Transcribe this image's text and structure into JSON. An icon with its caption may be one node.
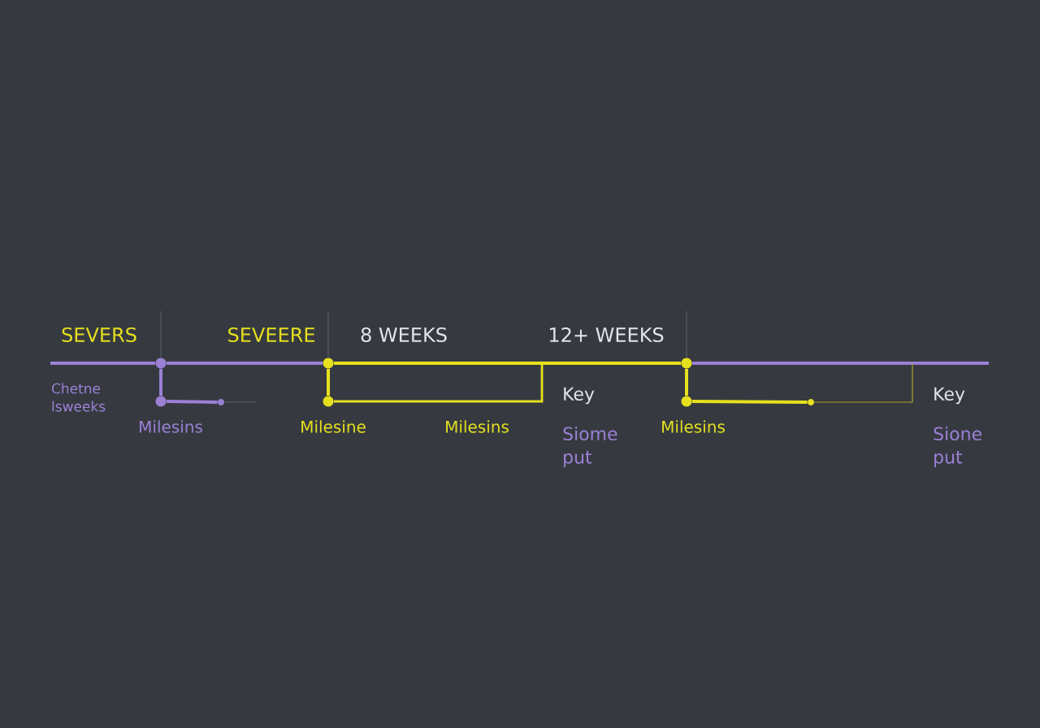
{
  "diagram": {
    "nodes": [
      {
        "text": [],
        "shape": "circle"
      },
      {
        "text": [],
        "shape": "circle",
        "beside": [
          "Milesins"
        ]
      },
      {
        "text": [],
        "shape": "circle"
      },
      {
        "text": [],
        "shape": "circle"
      },
      {
        "text": [],
        "shape": "circle",
        "beside": [
          "Milesine"
        ]
      },
      {
        "text": [],
        "shape": "circle"
      },
      {
        "text": [],
        "shape": "circle",
        "beside": [
          "Milesins"
        ]
      },
      {
        "text": [],
        "shape": "circle"
      }
    ],
    "edges": [
      {
        "from": null,
        "to": 0,
        "arrow": "none",
        "color": "#9b80d6"
      },
      {
        "from": 0,
        "to": 3,
        "arrow": "none",
        "color": "#9b80d6"
      },
      {
        "from": 3,
        "to": 5,
        "arrow": "none",
        "color": "#e6e01e"
      },
      {
        "from": 5,
        "to": null,
        "arrow": "none",
        "color": "#9b80d6"
      },
      {
        "from": 0,
        "to": 1,
        "arrow": "none",
        "color": "#9b80d6"
      },
      {
        "from": 1,
        "to": 2,
        "arrow": "none",
        "color": "#9b80d6"
      },
      {
        "from": 2,
        "to": null,
        "arrow": "none",
        "color": "#5c5f69"
      },
      {
        "from": 3,
        "to": 4,
        "arrow": "none",
        "color": "#e6e01e"
      },
      {
        "from": 4,
        "to": null,
        "arrow": "none",
        "color": "#e6e01e"
      },
      {
        "from": 5,
        "to": 6,
        "arrow": "none",
        "color": "#e6e01e"
      },
      {
        "from": 6,
        "to": 7,
        "arrow": "none",
        "color": "#e6e01e"
      },
      {
        "from": 7,
        "to": null,
        "arrow": "none",
        "color": "#a9a322"
      }
    ],
    "labels": [
      "SEVERS",
      "SEVEERE",
      "8 WEEKS",
      "12+ WEEKS",
      "Chetne lsweeks",
      "Milesins",
      "Key",
      "Siome put",
      "Key",
      "Sione put"
    ]
  }
}
